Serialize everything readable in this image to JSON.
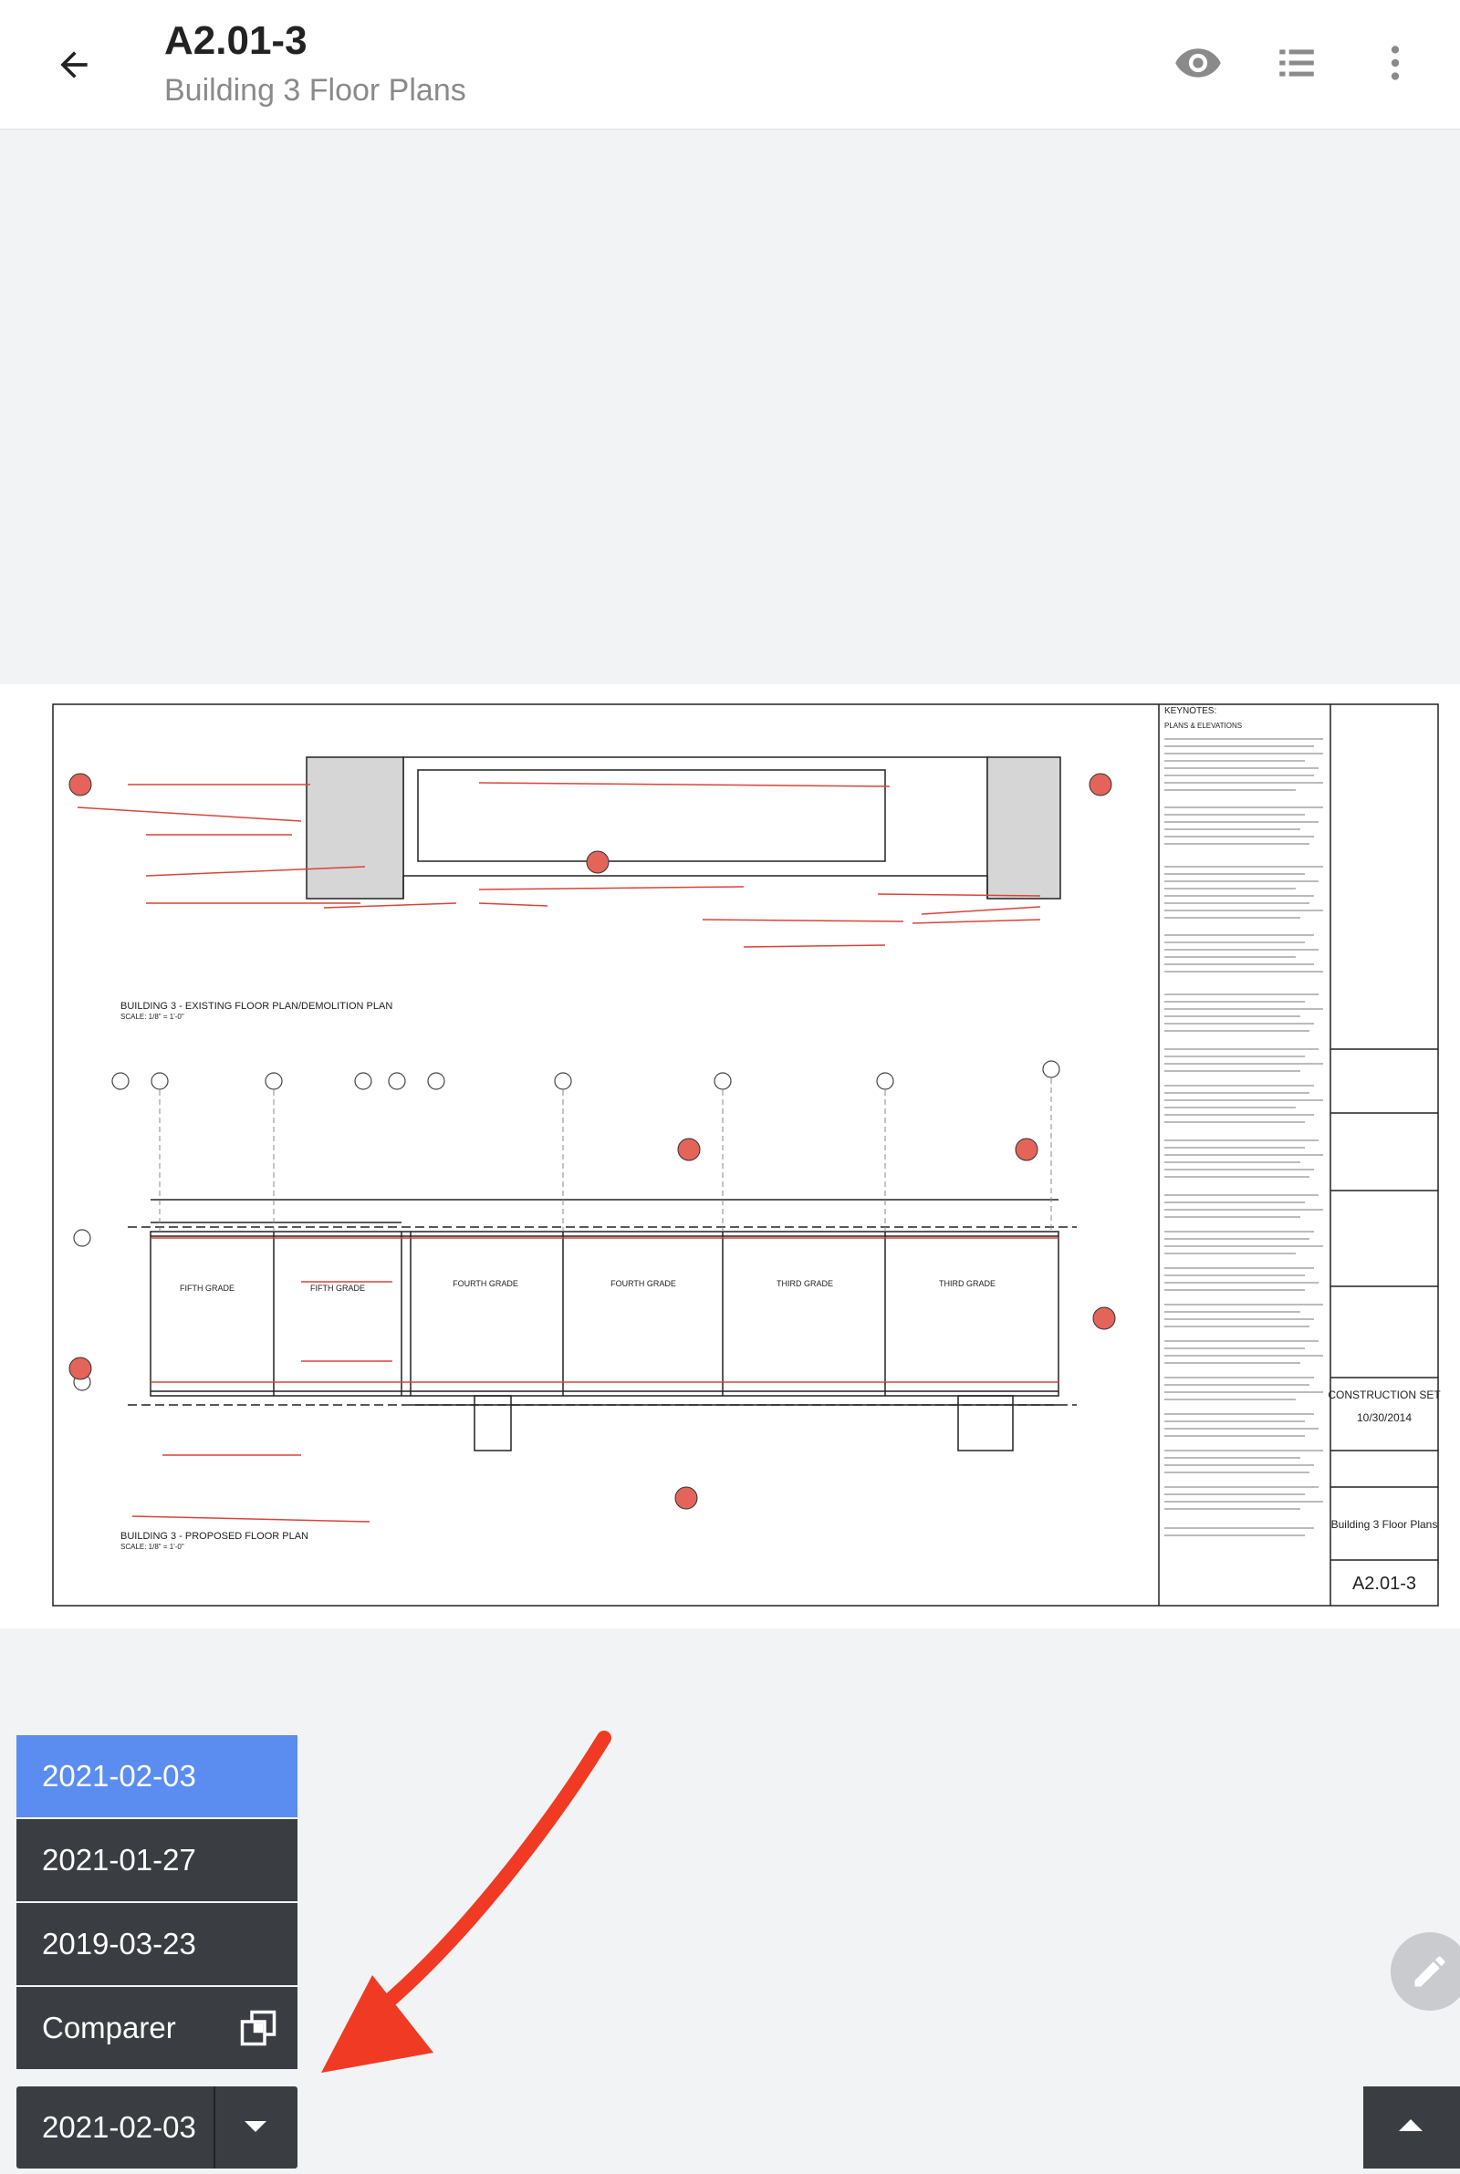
{
  "header": {
    "title": "A2.01-3",
    "subtitle": "Building 3 Floor Plans"
  },
  "drawing": {
    "plan_titles": {
      "existing": "BUILDING 3 - EXISTING FLOOR PLAN/DEMOLITION PLAN",
      "proposed": "BUILDING 3 - PROPOSED FLOOR PLAN"
    },
    "scale": "SCALE: 1/8\" = 1'-0\"",
    "rooms": [
      "FIFTH GRADE",
      "FIFTH GRADE",
      "FOURTH GRADE",
      "FOURTH GRADE",
      "THIRD GRADE",
      "THIRD GRADE"
    ],
    "keynotes_title": "KEYNOTES:",
    "keynotes_section": "PLANS & ELEVATIONS",
    "title_block": {
      "status": "CONSTRUCTION SET",
      "date": "10/30/2014",
      "sheet_title": "Building 3 Floor Plans",
      "sheet_number": "A2.01-3"
    }
  },
  "versions": [
    {
      "label": "2021-02-03",
      "active": true
    },
    {
      "label": "2021-01-27",
      "active": false
    },
    {
      "label": "2019-03-23",
      "active": false
    }
  ],
  "compare": {
    "label": "Comparer",
    "icon": "compare-icon"
  },
  "version_select": {
    "value": "2021-02-03"
  },
  "colors": {
    "accent": "#5b8df0",
    "panel": "#3a3d42",
    "annotation": "#f03a24"
  }
}
